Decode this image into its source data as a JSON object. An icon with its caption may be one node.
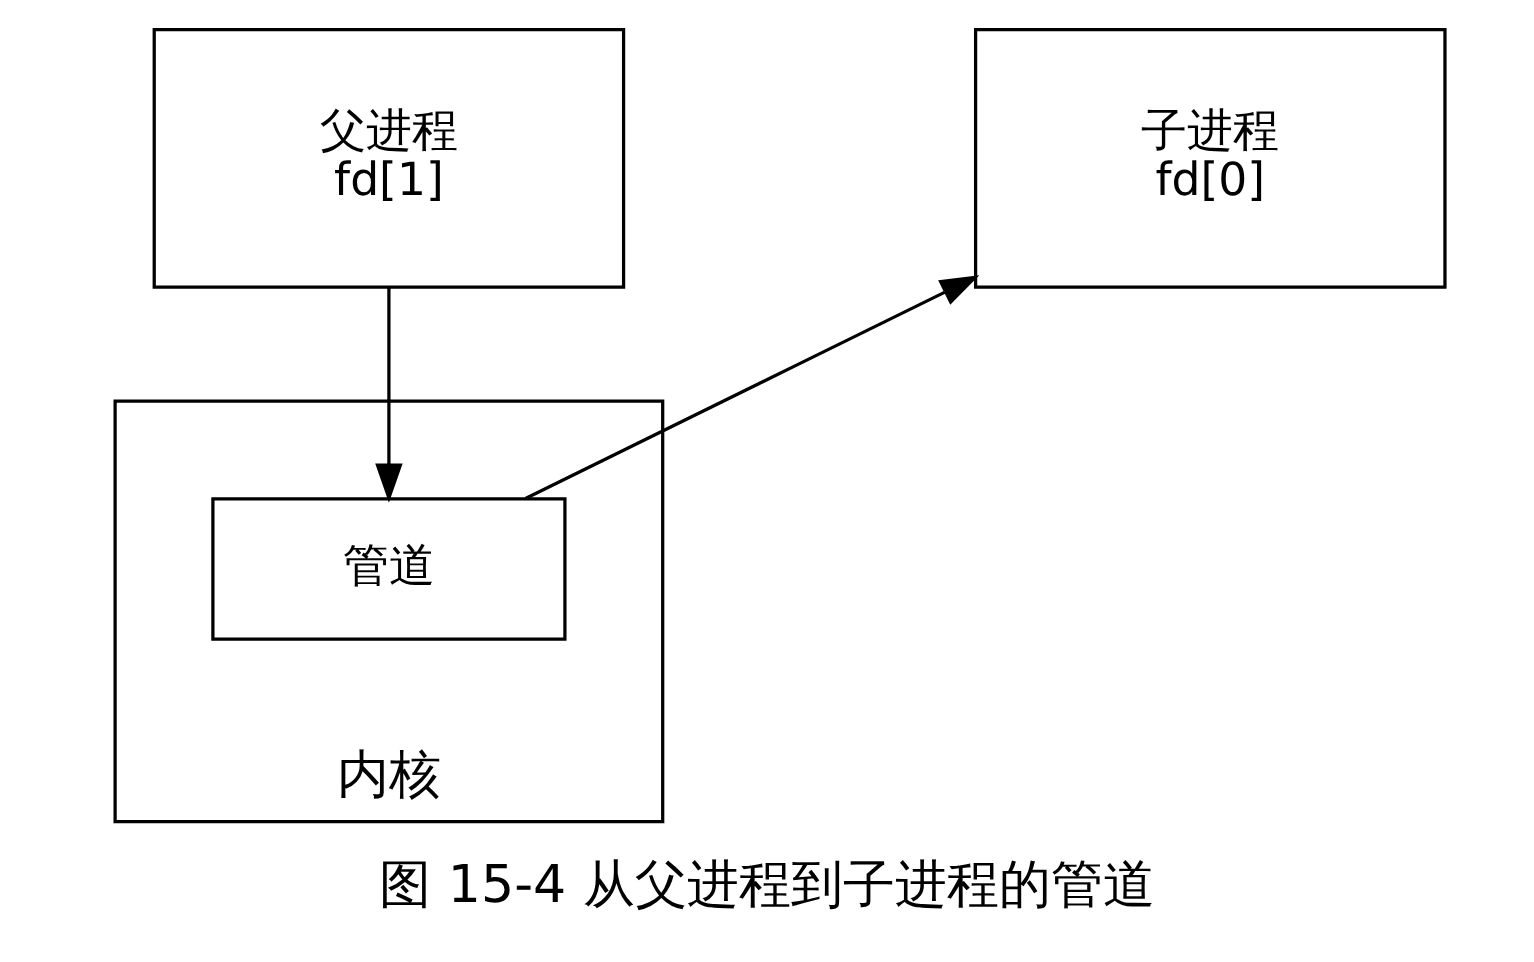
{
  "diagram": {
    "caption": "图 15-4 从父进程到子进程的管道",
    "nodes": [
      {
        "text": [
          "父进程",
          "fd[1]"
        ]
      },
      {
        "text": [
          "子进程",
          "fd[0]"
        ]
      },
      {
        "text": [
          "内核"
        ]
      },
      {
        "text": [
          "管道"
        ],
        "in": 2
      }
    ],
    "edges": [
      {
        "from": 0,
        "to": 3,
        "arrow": "to"
      },
      {
        "from": 3,
        "to": 1,
        "arrow": "to"
      }
    ]
  }
}
